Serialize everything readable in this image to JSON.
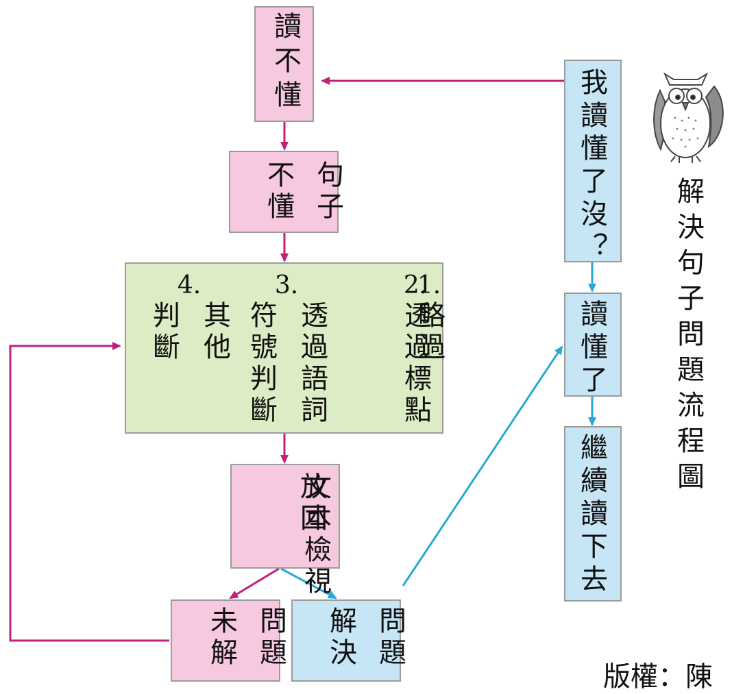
{
  "title": "解決句子問題流程圖",
  "credit": "版權：陳",
  "boxes": {
    "not_understand": "讀不懂",
    "not_understand_sentence": [
      "不懂",
      "句子"
    ],
    "methods": [
      {
        "num": "4.",
        "text": "其他判斷"
      },
      {
        "num": "3.",
        "text": "透過語詞符號判斷"
      },
      {
        "num": "2.",
        "text": "透過標點"
      },
      {
        "num": "1.",
        "text": "略過"
      }
    ],
    "check": [
      "放回",
      "文本檢視"
    ],
    "unsolved": [
      "未解",
      "問題"
    ],
    "solved": [
      "解決",
      "問題"
    ],
    "did_i_understand": "我讀懂了沒？",
    "understood": "讀懂了",
    "continue_reading": "繼續讀下去"
  },
  "colors": {
    "pink_fill": "#f7c9e0",
    "green_fill": "#dcecc4",
    "blue_fill": "#c6e6f6",
    "magenta_arrow": "#c0207a",
    "blue_arrow": "#28a8d8"
  },
  "icons": {
    "mascot": "owl-icon"
  }
}
